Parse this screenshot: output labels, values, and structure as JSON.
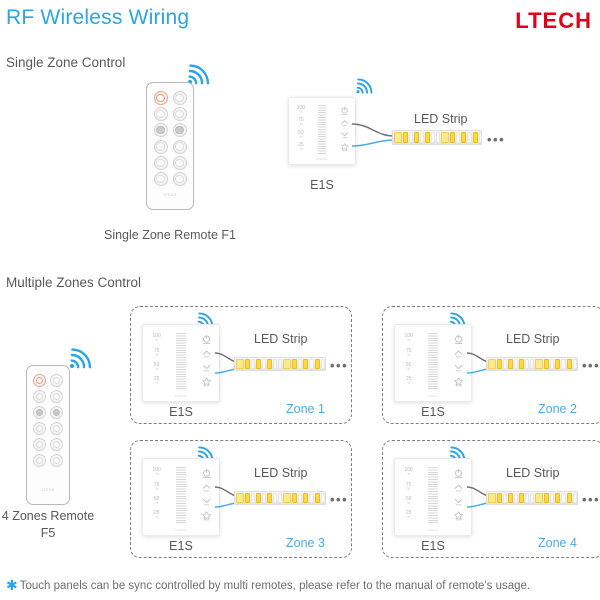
{
  "header": {
    "title": "RF Wireless Wiring",
    "brand": "LTECH"
  },
  "sections": {
    "single": "Single Zone Control",
    "multiple": "Multiple Zones Control"
  },
  "remotes": {
    "f1": {
      "caption": "Single Zone Remote F1",
      "logo": "LTECH",
      "rows": 6,
      "cols": 2
    },
    "f5": {
      "caption_line1": "4 Zones Remote",
      "caption_line2": "F5",
      "logo": "LTECH",
      "rows": 6,
      "cols": 2
    }
  },
  "panel": {
    "name": "E1S",
    "logo": "LTECH",
    "scale": [
      "100",
      "75",
      "50",
      "25"
    ],
    "scale_unit": "%",
    "icons": [
      "power-icon",
      "chevron-up-icon",
      "chevron-down-icon",
      "scene-star-icon"
    ]
  },
  "led": {
    "label": "LED Strip",
    "continuation": "•••"
  },
  "zones": [
    {
      "id": "zone-1",
      "label": "Zone 1",
      "panel": "E1S",
      "strip": "LED Strip"
    },
    {
      "id": "zone-2",
      "label": "Zone 2",
      "panel": "E1S",
      "strip": "LED Strip"
    },
    {
      "id": "zone-3",
      "label": "Zone 3",
      "panel": "E1S",
      "strip": "LED Strip"
    },
    {
      "id": "zone-4",
      "label": "Zone 4",
      "panel": "E1S",
      "strip": "LED Strip"
    }
  ],
  "footer": {
    "marker": "✱",
    "text": "Touch panels can be sync controlled by multi remotes, please refer to the manual of remote's usage."
  },
  "colors": {
    "title_blue": "#29a5e8",
    "brand_red": "#e2001a",
    "zone_blue": "#4aabe8",
    "body_gray": "#58595b",
    "wire_dark": "#6f7173",
    "wire_blue": "#4aabe8",
    "led_yellow": "#ffd83b"
  }
}
